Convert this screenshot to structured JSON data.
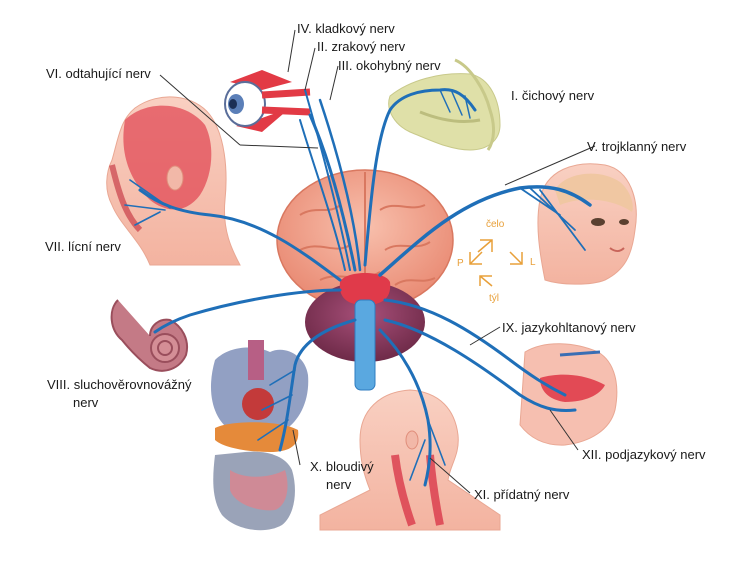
{
  "labels": {
    "n1": "I. čichový nerv",
    "n2": "II. zrakový nerv",
    "n3": "III. okohybný nerv",
    "n4": "IV. kladkový nerv",
    "n5": "V. trojklanný nerv",
    "n6": "VI. odtahující nerv",
    "n7": "VII. lícní nerv",
    "n8_line1": "VIII. sluchověrovnovážný",
    "n8_line2": "nerv",
    "n9": "IX. jazykohltanový nerv",
    "n10_line1": "X. bloudivý",
    "n10_line2": "nerv",
    "n11": "XI. přídatný nerv",
    "n12": "XII. podjazykový nerv"
  },
  "orientation": {
    "front": "čelo",
    "back": "týl",
    "left": "L",
    "right": "P"
  },
  "colors": {
    "nerve": "#1f6fb8",
    "brain": "#f2a48e",
    "cerebellum": "#8b3a5a",
    "brainstem": "#e03a4a",
    "skin": "#f7c6b8",
    "muscle": "#d9384a",
    "leader_line": "#333333",
    "orientation": "#e8a03a"
  }
}
